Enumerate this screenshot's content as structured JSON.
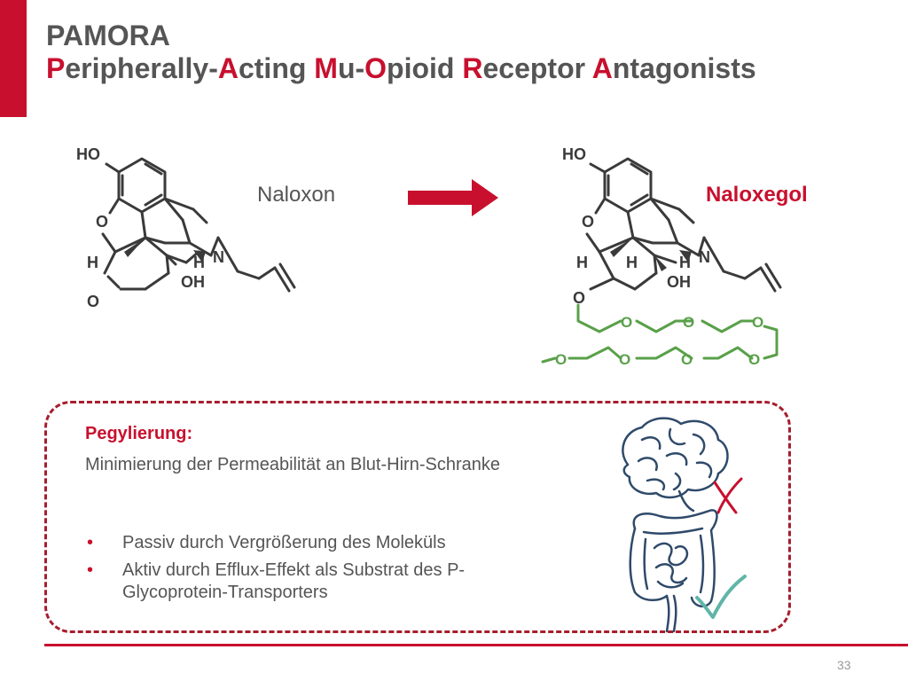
{
  "slide": {
    "title_line1": "PAMORA",
    "title_line2": [
      {
        "text": "P",
        "highlight": true
      },
      {
        "text": "eripherally-",
        "highlight": false
      },
      {
        "text": "A",
        "highlight": true
      },
      {
        "text": "cting ",
        "highlight": false
      },
      {
        "text": "M",
        "highlight": true
      },
      {
        "text": "u-",
        "highlight": false
      },
      {
        "text": "O",
        "highlight": true
      },
      {
        "text": "pioid ",
        "highlight": false
      },
      {
        "text": "R",
        "highlight": true
      },
      {
        "text": "eceptor ",
        "highlight": false
      },
      {
        "text": "A",
        "highlight": true
      },
      {
        "text": "ntagonists",
        "highlight": false
      }
    ],
    "page_number": "33"
  },
  "colors": {
    "accent": "#c8102e",
    "text": "#555555",
    "peg_chain": "#5aa04a",
    "dashed_border": "#a61e2e"
  },
  "molecules": {
    "left_name": "Naloxon",
    "right_name": "Naloxegol",
    "left_labels": {
      "ho": "HO",
      "o_ring": "O",
      "h_left": "H",
      "h_right": "H",
      "n": "N",
      "oh": "OH",
      "o_keto": "O"
    },
    "right_labels": {
      "ho": "HO",
      "o_ring": "O",
      "h_left": "H",
      "h_mid": "H",
      "h_right": "H",
      "n": "N",
      "oh": "OH",
      "o_link": "O"
    },
    "peg_oxygens": [
      "O",
      "O",
      "O",
      "O",
      "O",
      "O",
      "O"
    ]
  },
  "pegylation": {
    "heading": "Pegylierung:",
    "description": "Minimierung der Permeabilität an Blut-Hirn-Schranke",
    "bullet_marker": "•",
    "bullets": [
      "Passiv durch Vergrößerung des Moleküls",
      "Aktiv durch Efflux-Effekt als Substrat des P-Glycoprotein-Transporters"
    ]
  },
  "icons": {
    "arrow": "right-arrow-icon",
    "brain": "brain-icon",
    "cross": "cross-mark-icon",
    "intestine": "intestine-icon",
    "check": "check-mark-icon"
  }
}
